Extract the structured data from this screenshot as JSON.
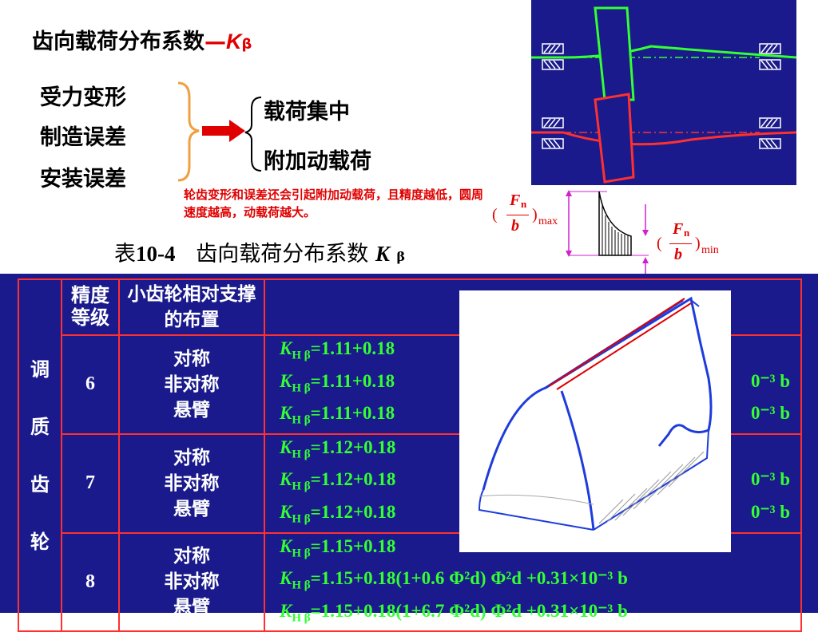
{
  "title": {
    "text": "齿向载荷分布系数",
    "dash": "—",
    "symbol": "K",
    "subscript": "β"
  },
  "causes": [
    "受力变形",
    "制造误差",
    "安装误差"
  ],
  "effects": [
    "载荷集中",
    "附加动载荷"
  ],
  "note": "轮齿变形和误差还会引起附加动载荷，且精度越低，圆周速度越高，动载荷越大。",
  "fraction": {
    "numer": "F",
    "numer_sub": "n",
    "denom": "b",
    "max_label": "max",
    "min_label": "min",
    "open": "(",
    "close": ")"
  },
  "table_caption": {
    "prefix": "表",
    "number": "10-4",
    "name": "齿向载荷分布系数",
    "symbol": "K",
    "subscript": "β"
  },
  "table": {
    "headers": {
      "grade": "精度等级",
      "layout": "小齿轮相对支撑的布置"
    },
    "row_group": "调质齿轮",
    "side_chars": [
      "调",
      "质",
      "齿",
      "轮"
    ],
    "grades": [
      {
        "grade": "6",
        "layouts": [
          "对称",
          "非对称",
          "悬臂"
        ]
      },
      {
        "grade": "7",
        "layouts": [
          "对称",
          "非对称",
          "悬臂"
        ]
      },
      {
        "grade": "8",
        "layouts": [
          "对称",
          "非对称",
          "悬臂"
        ],
        "formulas_visible": [
          "=1.15+0.18(1+0.6 Φ²d) Φ²d +0.31×10⁻³ b",
          "=1.15+0.18(1+6.7 Φ²d) Φ²d +0.31×10⁻³ b"
        ]
      }
    ],
    "formula_prefixes": [
      "=1.11+0.18",
      "=1.11+0.18",
      "=1.11+0.18",
      "=1.12+0.18",
      "=1.12+0.18",
      "=1.12+0.18",
      "=1.15+0.18"
    ],
    "formula_tail": "0⁻³ b",
    "formula_symbol": "K",
    "formula_sub": "H β"
  },
  "colors": {
    "table_bg": "#1a1a8c",
    "border": "#ff3030",
    "formula": "#33ff33",
    "accent_red": "#e00000",
    "bracket": "#f0a040"
  }
}
